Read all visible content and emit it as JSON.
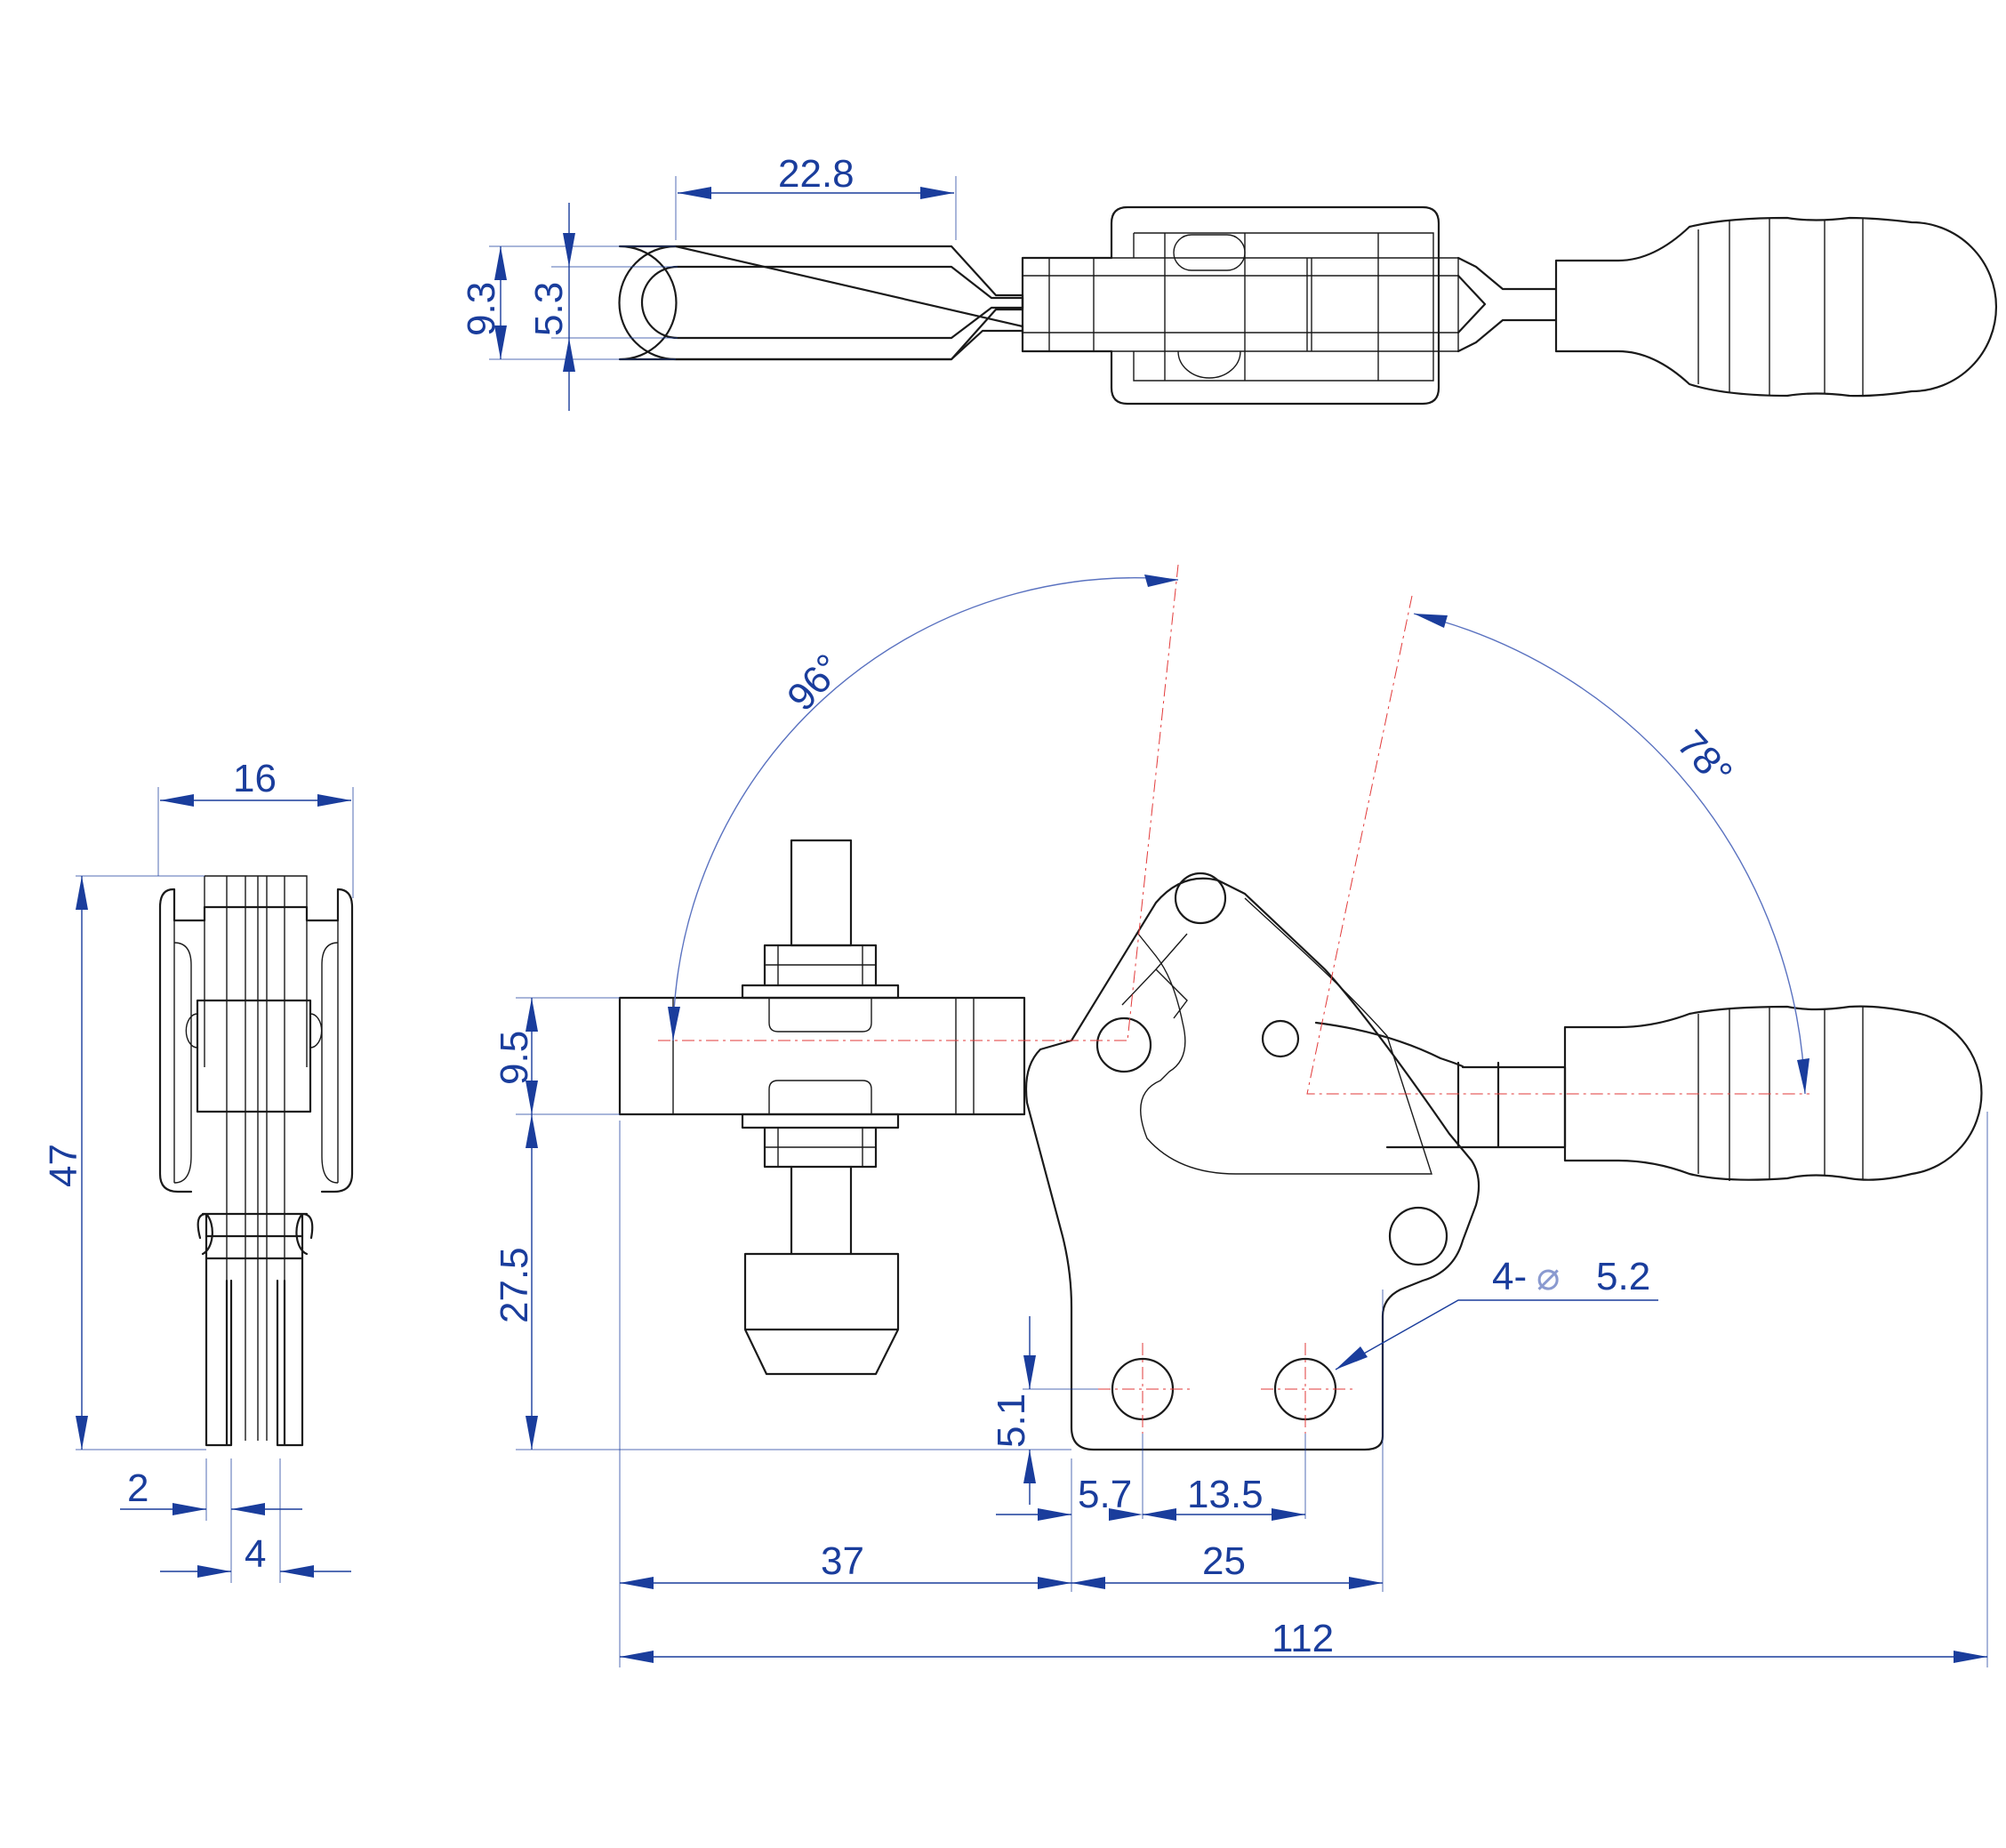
{
  "drawing": {
    "top_view": {
      "dims": {
        "length_a": "22.8",
        "width_outer": "9.3",
        "width_inner": "5.3"
      }
    },
    "side_view": {
      "dims": {
        "width": "16",
        "height": "47",
        "thickness_a": "2",
        "thickness_b": "4"
      }
    },
    "front_view": {
      "dims": {
        "angle_open": "96°",
        "angle_handle": "78°",
        "bar_height": "9.5",
        "spindle_height": "27.5",
        "hole_offset_y": "5.1",
        "hole_offset_x": "5.7",
        "hole_spacing": "13.5",
        "spindle_to_base": "37",
        "base_width": "25",
        "overall_length": "112",
        "hole_prefix": "4-",
        "hole_dia": "5.2"
      },
      "hole_diameter_symbol": "diameter-icon"
    },
    "colors": {
      "outline": "#1a1a1a",
      "dimension": "#1a3d9c",
      "centerline": "#e23a3a"
    }
  }
}
